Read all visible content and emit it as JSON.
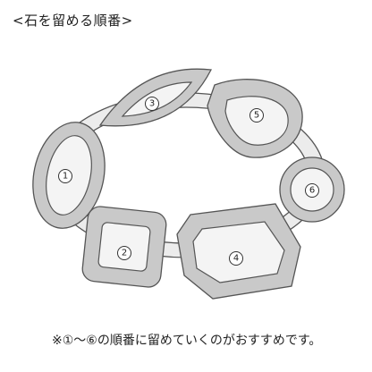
{
  "title": "<石を留める順番>",
  "note": "※①〜⑥の順番に留めていくのがおすすめです。",
  "stones": [
    {
      "id": "stone-1",
      "label": "1"
    },
    {
      "id": "stone-2",
      "label": "2"
    },
    {
      "id": "stone-3",
      "label": "3"
    },
    {
      "id": "stone-4",
      "label": "4"
    },
    {
      "id": "stone-5",
      "label": "5"
    },
    {
      "id": "stone-6",
      "label": "6"
    }
  ],
  "colors": {
    "stone_fill": "#c9c9c9",
    "stone_inner": "#f4f4f4",
    "outline": "#555555"
  }
}
